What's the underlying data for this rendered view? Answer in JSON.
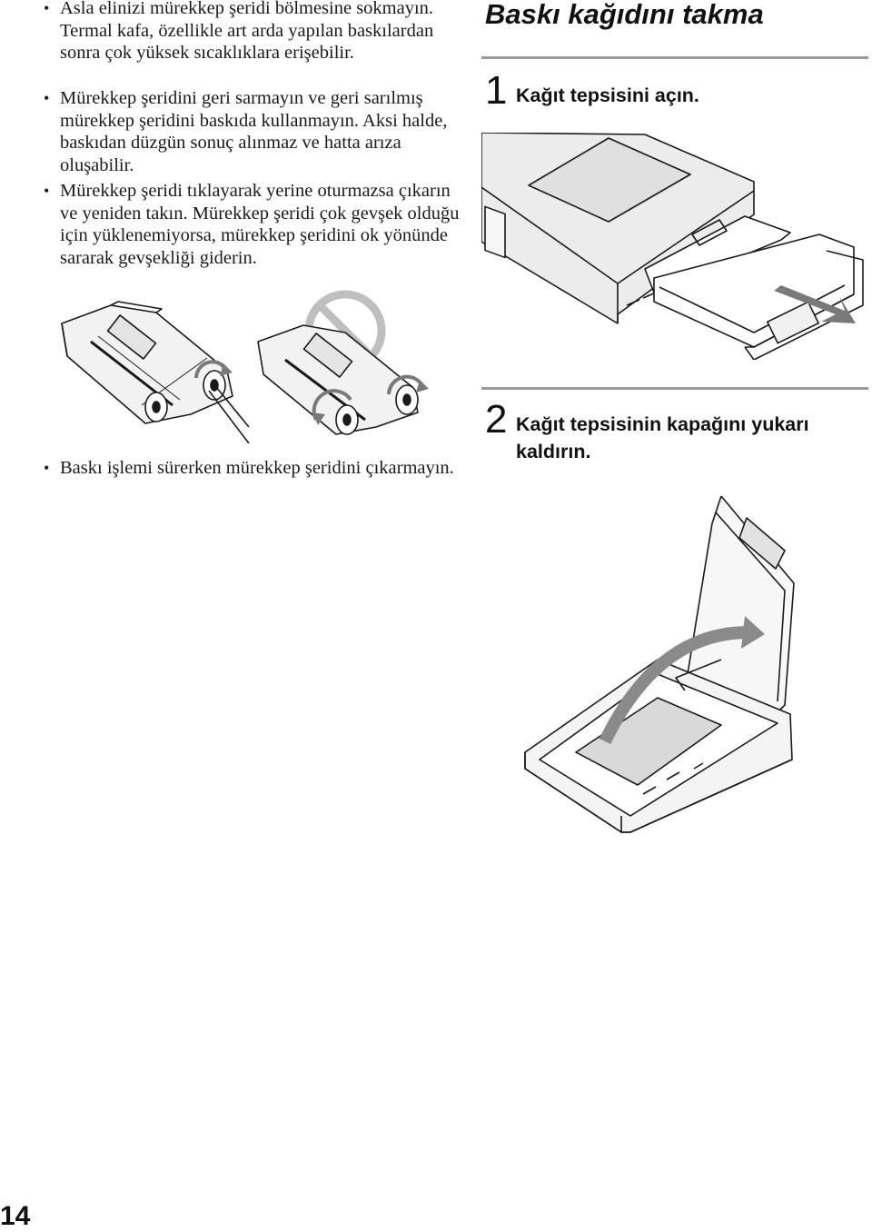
{
  "left_column": {
    "bullets": [
      "Asla elinizi mürekkep şeridi bölmesine sokmayın. Termal kafa, özellikle art arda yapılan baskılardan sonra çok yüksek sıcaklıklara erişebilir.",
      "Mürekkep şeridini geri sarmayın ve geri sarılmış mürekkep şeridini baskıda kullanmayın. Aksi halde, baskıdan düzgün sonuç alınmaz ve hatta arıza oluşabilir.",
      "Mürekkep şeridi tıklayarak yerine oturmazsa çıkarın ve yeniden takın. Mürekkep şeridi çok gevşek olduğu için yüklenemiyorsa, mürekkep şeridini ok yönünde sararak gevşekliği giderin.",
      "Baskı işlemi sürerken mürekkep şeridini çıkarmayın."
    ]
  },
  "right_column": {
    "section_title": "Baskı kağıdını takma",
    "steps": [
      {
        "number": "1",
        "text": "Kağıt tepsisini açın."
      },
      {
        "number": "2",
        "text": "Kağıt tepsisinin kapağını yukarı kaldırın."
      }
    ]
  },
  "page_number": "14",
  "colors": {
    "line": "#1a1a1a",
    "rule": "#9a9a9a",
    "shade": "#d9d9d9",
    "arrow": "#7a7a7a"
  }
}
